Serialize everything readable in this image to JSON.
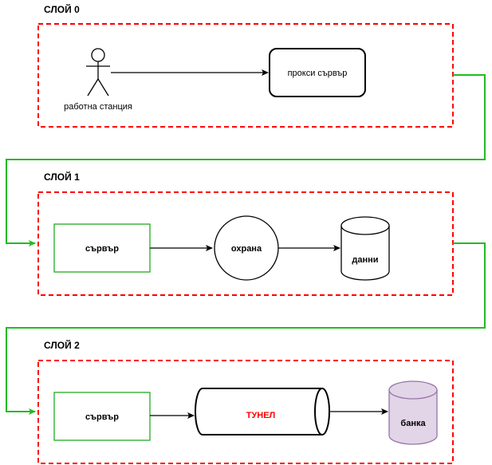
{
  "layers": [
    {
      "label": "СЛОЙ 0"
    },
    {
      "label": "СЛОЙ 1"
    },
    {
      "label": "СЛОЙ 2"
    }
  ],
  "nodes": {
    "workstation": {
      "label": "работна станция",
      "shape": "actor"
    },
    "proxy": {
      "label": "прокси сървър",
      "shape": "rounded-rect"
    },
    "server1": {
      "label": "сървър",
      "shape": "rect"
    },
    "guard": {
      "label": "охрана",
      "shape": "circle"
    },
    "data": {
      "label": "данни",
      "shape": "cylinder"
    },
    "server2": {
      "label": "сървър",
      "shape": "rect"
    },
    "tunnel": {
      "label": "ТУНЕЛ",
      "shape": "horizontal-cylinder"
    },
    "bank": {
      "label": "банка",
      "shape": "cylinder"
    }
  },
  "colors": {
    "layer_border": "#ff0000",
    "connector": "#22bb22",
    "server_border": "#22aa22",
    "tunnel_text": "#ff0000",
    "bank_fill": "#e1d5e7",
    "bank_border": "#9673a6"
  }
}
